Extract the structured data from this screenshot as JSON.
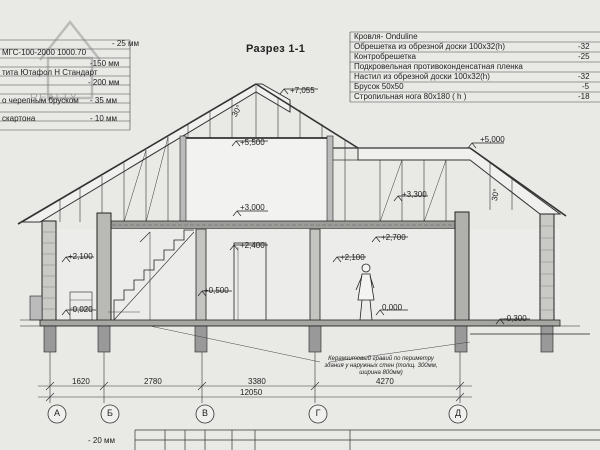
{
  "title": "Разрез 1-1",
  "watermark": "REALTY",
  "left_legend": [
    "- 25 мм",
    "МГС-100-2000 1000.70",
    "-150 мм",
    "тита Ютафол Н Стандарт",
    "- 200 мм",
    "о черепным бруском",
    "- 35 мм",
    "скартона",
    "- 10 мм"
  ],
  "right_legend": [
    {
      "text": "Кровля- Onduline",
      "dim": ""
    },
    {
      "text": "Обрешетка из обрезной доски 100x32(h)",
      "dim": "-32"
    },
    {
      "text": "Контробрешетка",
      "dim": "-25"
    },
    {
      "text": "Подкровельная противоконденсатная пленка",
      "dim": ""
    },
    {
      "text": "Настил из обрезной доски 100x32(h)",
      "dim": "-32"
    },
    {
      "text": "Брусок 50x50",
      "dim": "-5"
    },
    {
      "text": "Стропильная нога 80x180 ( h )",
      "dim": "-18"
    }
  ],
  "levels": {
    "ridge": "+7,055",
    "upper_ceiling": "+5,500",
    "right_ridge": "+5,000",
    "right_floor": "+3,300",
    "floor_top": "+3,000",
    "right_ceiling": "+2,700",
    "stair_top": "+2,400",
    "left_window": "+2,100",
    "center_window": "+2,100",
    "stair_mid": "+0,500",
    "zero": "0,000",
    "left_ground": "-0,020",
    "right_ground": "-0,300"
  },
  "angles": {
    "left": "30°",
    "right": "30°"
  },
  "note": "Керамзитовый гравий по периметру здания у наружных стен (толщ. 300мм, ширина 800мм)",
  "dimensions": {
    "spans": [
      "1620",
      "2780",
      "3380",
      "4270"
    ],
    "total": "12050"
  },
  "axes": [
    "А",
    "Б",
    "В",
    "Г",
    "Д"
  ],
  "bottom_left": "- 20 мм"
}
